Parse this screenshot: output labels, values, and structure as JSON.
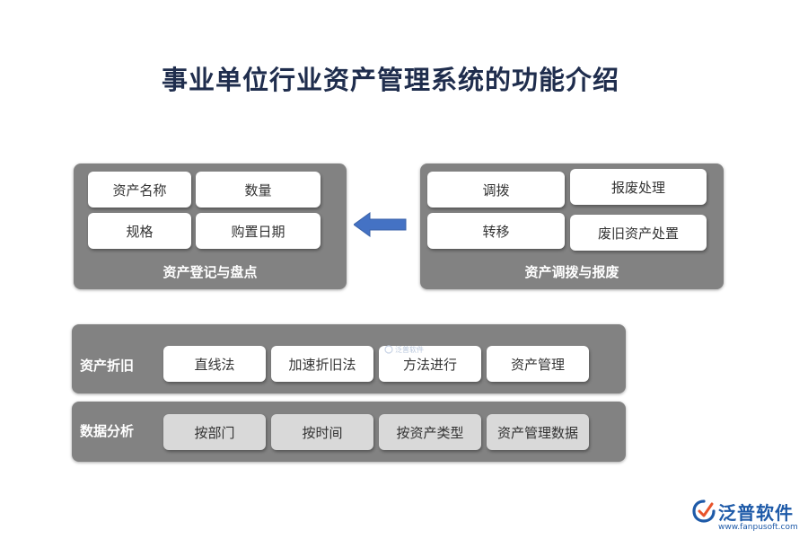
{
  "title": "事业单位行业资产管理系统的功能介绍",
  "registration": {
    "label": "资产登记与盘点",
    "items": [
      "资产名称",
      "数量",
      "规格",
      "购置日期"
    ]
  },
  "transfer": {
    "label": "资产调拨与报废",
    "items": [
      "调拨",
      "报废处理",
      "转移",
      "废旧资产处置"
    ]
  },
  "depreciation": {
    "label": "资产折旧",
    "items": [
      "直线法",
      "加速折旧法",
      "方法进行",
      "资产管理"
    ]
  },
  "analysis": {
    "label": "数据分析",
    "items": [
      "按部门",
      "按时间",
      "按资产类型",
      "资产管理数据"
    ]
  },
  "arrow": {
    "direction": "left",
    "color": "#4472c4"
  },
  "logo": {
    "name": "泛普软件",
    "url": "www.fanpusoft.com",
    "color": "#1e5aa8",
    "accent": "#e8542b"
  },
  "watermark": "泛普软件"
}
